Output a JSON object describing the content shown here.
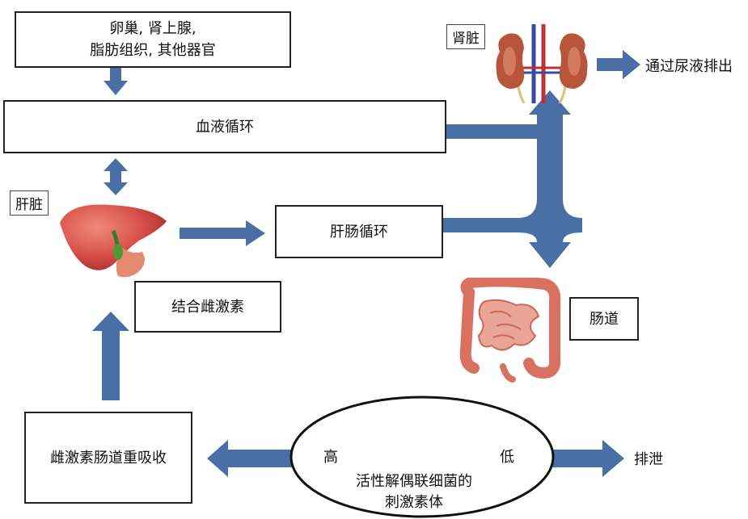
{
  "nodes": {
    "sources": [
      "卵巢, 肾上腺,",
      "脂肪组织, 其他器官"
    ],
    "blood_circulation": "血液循环",
    "liver_label": "肝脏",
    "enterohepatic": "肝肠循环",
    "conjugated_estrogen": "结合雌激素",
    "kidney_label": "肾脏",
    "urine_excretion": "通过尿液排出",
    "intestine_label": "肠道",
    "reabsorption": "雌激素肠道重吸收",
    "excretion": "排泄",
    "estrobolome_high": "高",
    "estrobolome_low": "低",
    "estrobolome": [
      "活性解偶联细菌的",
      "刺激素体"
    ]
  },
  "colors": {
    "arrow": "#4a6fa5",
    "liver": "#d8504a",
    "kidney": "#b8543a",
    "intestine": "#e0907a",
    "ellipse_stroke": "#111111"
  },
  "icons": [
    "liver-illustration",
    "kidney-illustration",
    "intestine-illustration"
  ]
}
